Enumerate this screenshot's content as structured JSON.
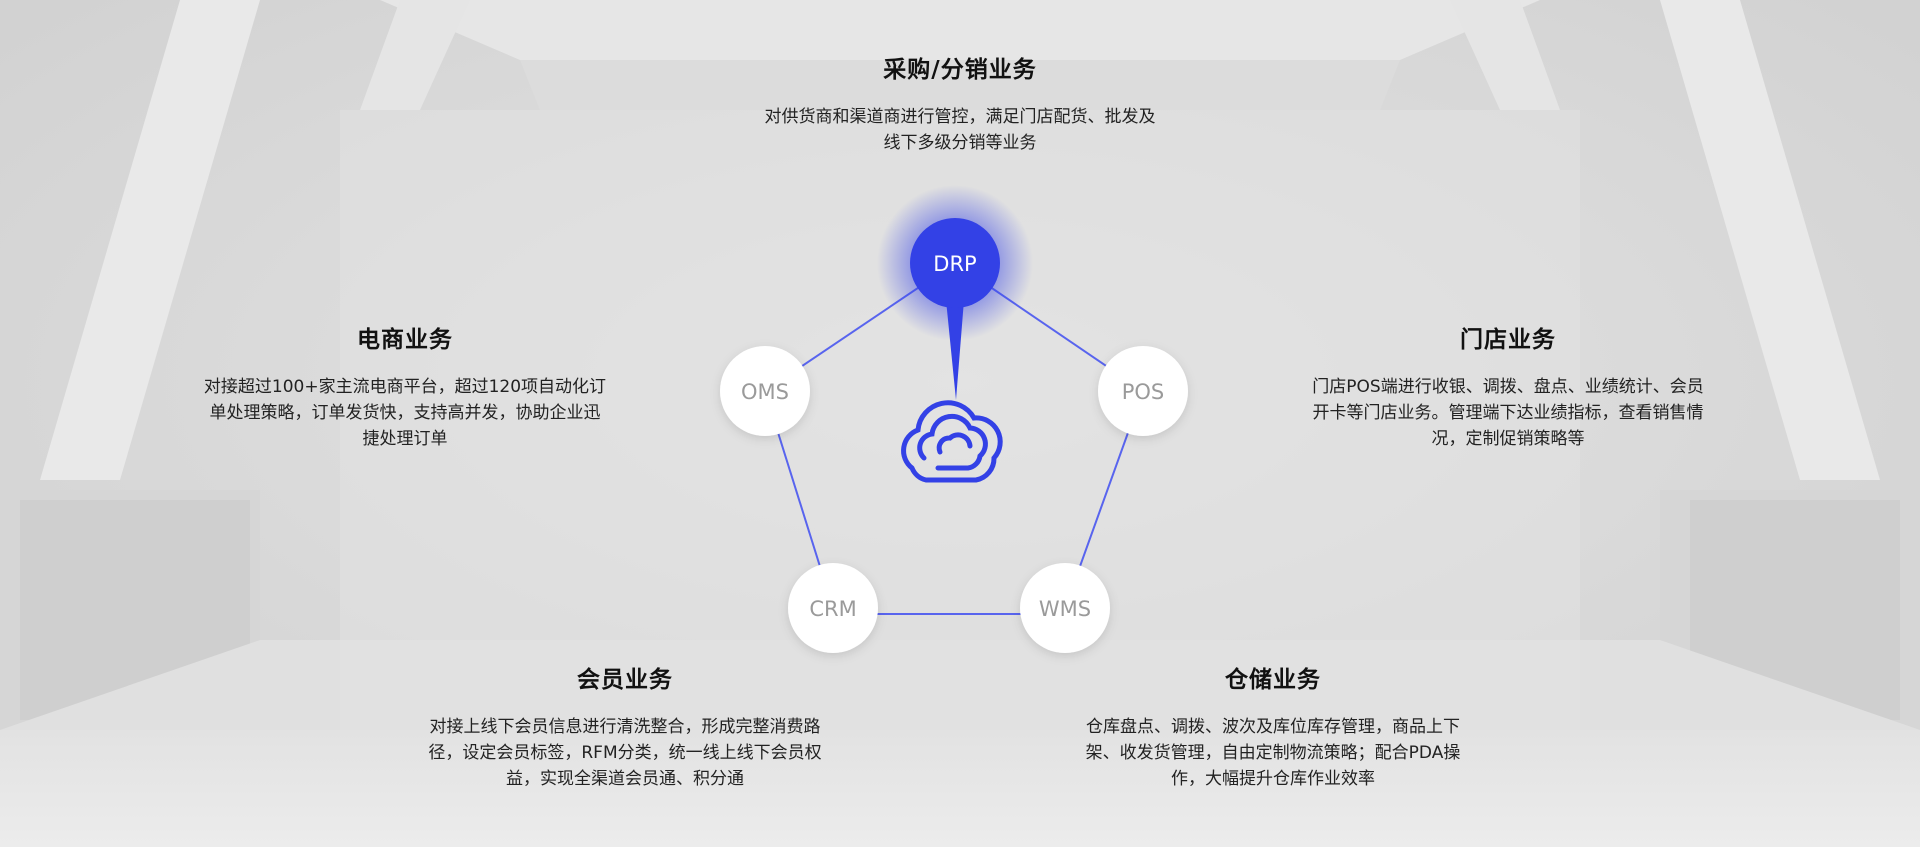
{
  "center": {
    "icon": "cloud-icon"
  },
  "nodes": [
    {
      "id": "drp",
      "label": "DRP",
      "active": true
    },
    {
      "id": "oms",
      "label": "OMS",
      "active": false
    },
    {
      "id": "pos",
      "label": "POS",
      "active": false
    },
    {
      "id": "crm",
      "label": "CRM",
      "active": false
    },
    {
      "id": "wms",
      "label": "WMS",
      "active": false
    }
  ],
  "sections": {
    "top": {
      "title": "采购/分销业务",
      "lines": [
        "对供货商和渠道商进行管控，满足门店配货、批发及",
        "线下多级分销等业务"
      ]
    },
    "left": {
      "title": "电商业务",
      "lines": [
        "对接超过100+家主流电商平台，超过120项自动化订",
        "单处理策略，订单发货快，支持高并发，协助企业迅",
        "捷处理订单"
      ]
    },
    "right": {
      "title": "门店业务",
      "lines": [
        "门店POS端进行收银、调拨、盘点、业绩统计、会员",
        "开卡等门店业务。管理端下达业绩指标，查看销售情",
        "况，定制促销策略等"
      ]
    },
    "bottom_left": {
      "title": "会员业务",
      "lines": [
        "对接上线下会员信息进行清洗整合，形成完整消费路",
        "径，设定会员标签，RFM分类，统一线上线下会员权",
        "益，实现全渠道会员通、积分通"
      ]
    },
    "bottom_right": {
      "title": "仓储业务",
      "lines": [
        "仓库盘点、调拨、波次及库位库存管理，商品上下",
        "架、收发货管理，自由定制物流策略；配合PDA操",
        "作，大幅提升仓库作业效率"
      ]
    }
  },
  "colors": {
    "accent": "#3341e6",
    "line": "#5864ee",
    "node_fill": "#ffffff",
    "node_text": "#9a9a9a",
    "active_text": "#ffffff"
  }
}
